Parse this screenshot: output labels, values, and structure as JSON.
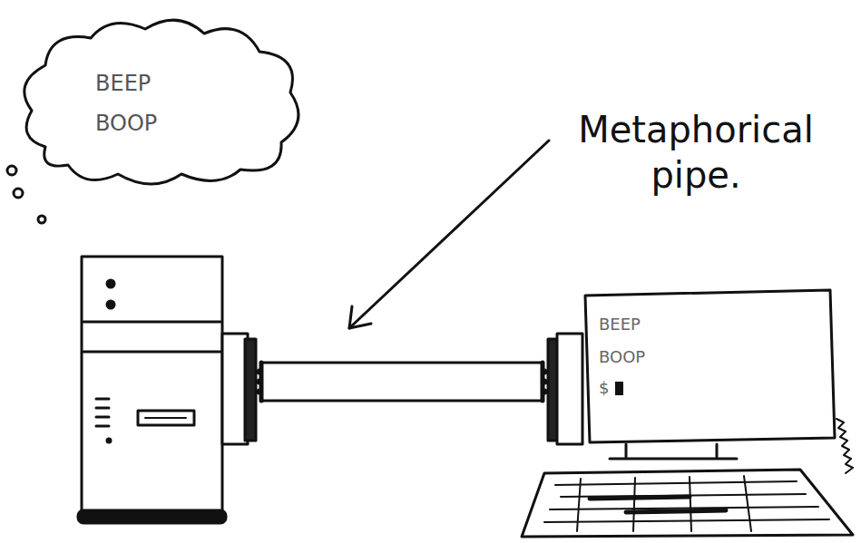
{
  "diagram": {
    "nodes": [
      {
        "text": [
          "BEEP BOOP"
        ]
      },
      {
        "text": [
          "BEEP BOOP",
          "$"
        ]
      }
    ],
    "labels": [
      "Metaphorical pipe."
    ]
  }
}
